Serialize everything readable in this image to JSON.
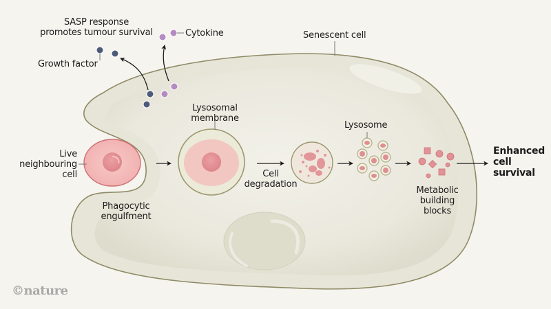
{
  "figure": {
    "type": "biological-process-diagram",
    "colors": {
      "background": "#f5f4ee",
      "cell_fill": "#e4e2d4",
      "cell_outline": "#8f8a66",
      "live_cell": "#f2b6b4",
      "nucleus": "#e38e92",
      "growth_factor": "#4d5a7a",
      "cytokine": "#b48bc0",
      "building_block": "#de8f93",
      "text": "#1c1c1c",
      "logo": "#a8a8a8"
    }
  },
  "labels": {
    "sasp_response": [
      "SASP response",
      "promotes tumour survival"
    ],
    "cytokine": "Cytokine",
    "growth_factor": "Growth factor",
    "senescent_cell": "Senescent cell",
    "lysosomal_membrane": [
      "Lysosomal",
      "membrane"
    ],
    "live_neighbouring_cell": [
      "Live",
      "neighbouring",
      "cell"
    ],
    "phagocytic_engulfment": [
      "Phagocytic",
      "engulfment"
    ],
    "cell_degradation": [
      "Cell",
      "degradation"
    ],
    "lysosome": "Lysosome",
    "metabolic_building_blocks": [
      "Metabolic",
      "building",
      "blocks"
    ],
    "enhanced_cell_survival": [
      "Enhanced",
      "cell",
      "survival"
    ]
  },
  "process_steps": [
    "Live neighbouring cell",
    "Phagocytic engulfment",
    "Lysosomal membrane",
    "Cell degradation",
    "Lysosome",
    "Metabolic building blocks",
    "Enhanced cell survival"
  ],
  "credit": "©nature"
}
